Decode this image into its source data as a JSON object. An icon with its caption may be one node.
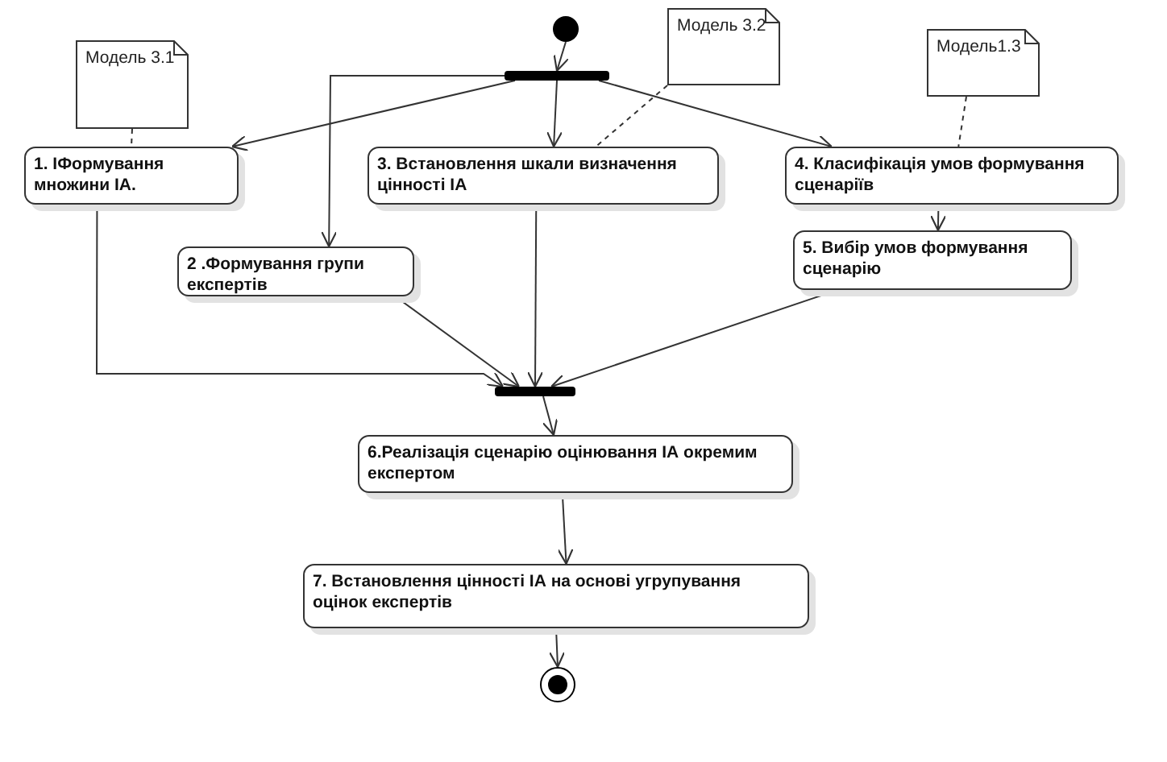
{
  "diagram": {
    "nodes": [
      {
        "text": [],
        "shape": "circle"
      },
      {
        "text": [],
        "shape": "bar"
      },
      {
        "text": [
          "Модель 3.1"
        ]
      },
      {
        "text": [
          "Модель 3.2"
        ]
      },
      {
        "text": [
          "Модель1.3"
        ]
      },
      {
        "text": [
          "1. ІФормування множини ІА."
        ]
      },
      {
        "text": [
          "3. Встановлення шкали визначення цінності ІА"
        ]
      },
      {
        "text": [
          "4. Класифікація умов формування сценаріїв"
        ]
      },
      {
        "text": [
          "2 .Формування групи експертів"
        ]
      },
      {
        "text": [
          "5. Вибір умов формування сценарію"
        ]
      },
      {
        "text": [],
        "shape": "bar"
      },
      {
        "text": [
          "6.Реалізація сценарію оцінювання  ІА окремим експертом"
        ]
      },
      {
        "text": [
          "7. Встановлення цінності ІА на основі угрупування оцінок експертів"
        ]
      },
      {
        "text": [],
        "shape": "circle"
      }
    ],
    "edges": [
      {
        "from": 0,
        "to": 1,
        "arrow": "to"
      },
      {
        "from": 1,
        "to": 5,
        "arrow": "to"
      },
      {
        "from": 1,
        "to": 8,
        "arrow": "to"
      },
      {
        "from": 1,
        "to": 6,
        "arrow": "to"
      },
      {
        "from": 1,
        "to": 7,
        "arrow": "to"
      },
      {
        "from": 7,
        "to": 9,
        "arrow": "to"
      },
      {
        "from": 2,
        "to": 5,
        "arrow": "none",
        "style": "dashed"
      },
      {
        "from": 3,
        "to": 6,
        "arrow": "none",
        "style": "dashed"
      },
      {
        "from": 4,
        "to": 7,
        "arrow": "none",
        "style": "dashed"
      },
      {
        "from": 5,
        "to": 10,
        "arrow": "to"
      },
      {
        "from": 8,
        "to": 10,
        "arrow": "to"
      },
      {
        "from": 6,
        "to": 10,
        "arrow": "to"
      },
      {
        "from": 9,
        "to": 10,
        "arrow": "to"
      },
      {
        "from": 10,
        "to": 11,
        "arrow": "to"
      },
      {
        "from": 11,
        "to": 12,
        "arrow": "to"
      },
      {
        "from": 12,
        "to": 13,
        "arrow": "to"
      }
    ]
  }
}
